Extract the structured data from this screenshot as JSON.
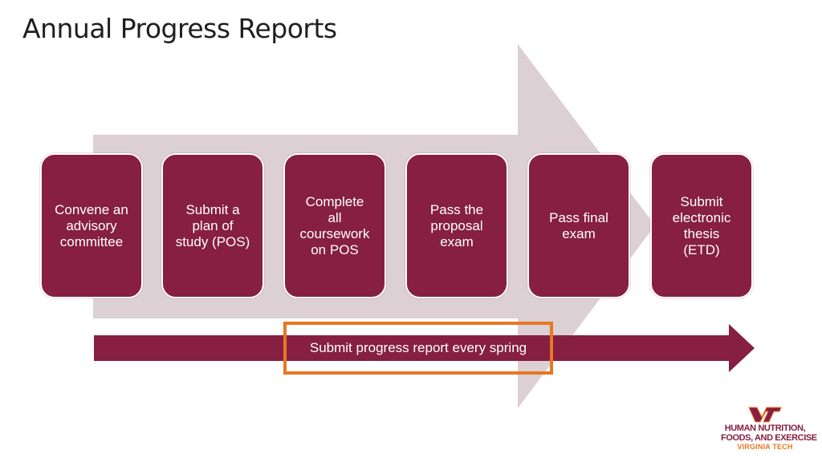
{
  "title": "Annual Progress Reports",
  "steps": [
    "Convene an\nadvisory\ncommittee",
    "Submit a\nplan of\nstudy (POS)",
    "Complete\nall\ncoursework\non POS",
    "Pass the\nproposal\nexam",
    "Pass final\nexam",
    "Submit\nelectronic\nthesis\n(ETD)"
  ],
  "progress_label": "Submit progress report every spring",
  "logo": {
    "line1": "HUMAN NUTRITION,",
    "line2": "FOODS, AND EXERCISE",
    "line3": "VIRGINIA TECH"
  },
  "colors": {
    "maroon": "#861f41",
    "orange": "#e87722",
    "arrow_bg": "#dcd0d4"
  }
}
